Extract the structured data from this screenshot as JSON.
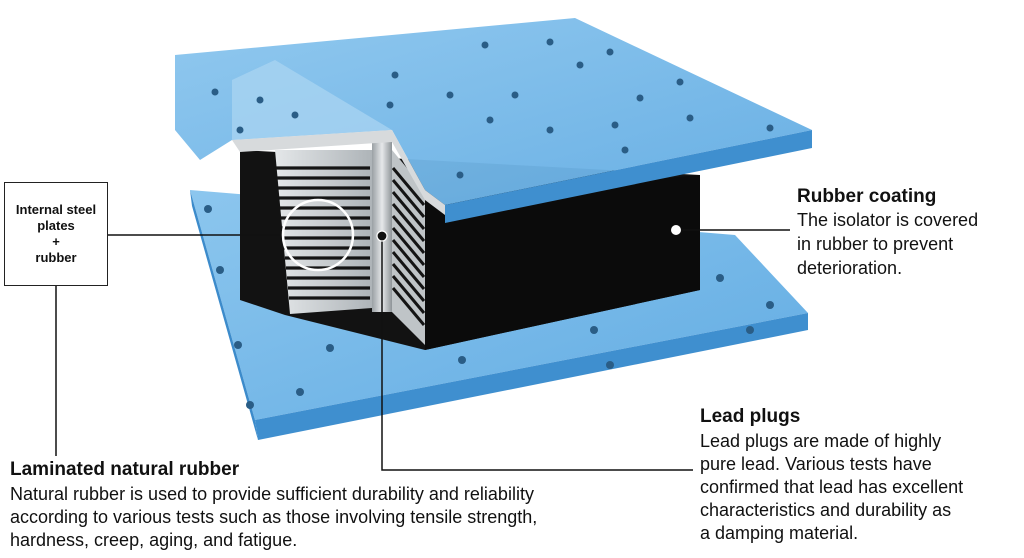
{
  "box_label": {
    "line1": "Internal steel",
    "line2": "plates",
    "line3": "+",
    "line4": "rubber"
  },
  "rubber_coating": {
    "title": "Rubber coating",
    "body_lines": [
      "The isolator is covered",
      "in rubber to prevent",
      "deterioration."
    ]
  },
  "lead_plugs": {
    "title": "Lead plugs",
    "body_lines": [
      "Lead plugs are made of highly",
      "pure lead. Various tests have",
      "confirmed that lead has excellent",
      "characteristics and durability as",
      "a damping material."
    ]
  },
  "laminated_rubber": {
    "title": "Laminated natural rubber",
    "body_lines": [
      "Natural rubber is used to provide sufficient durability and reliability",
      "according to various tests such as those involving tensile strength,",
      "hardness, creep, aging, and fatigue."
    ]
  },
  "colors": {
    "plate": "#6fb4e6",
    "plate_side": "#3f8fcf",
    "rubber": "#111111",
    "steel": "#cfd3d6"
  }
}
